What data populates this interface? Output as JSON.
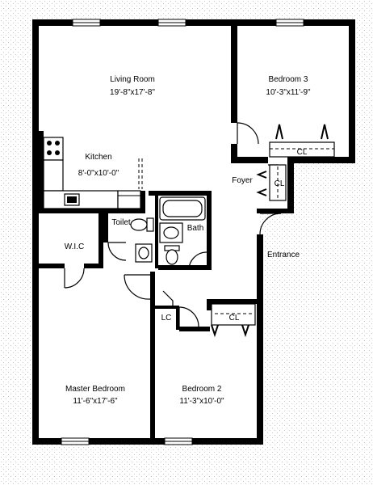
{
  "rooms": {
    "living_room": {
      "name": "Living Room",
      "size": "19'-8\"x17'-8\""
    },
    "bedroom_3": {
      "name": "Bedroom 3",
      "size": "10'-3\"x11'-9\""
    },
    "kitchen": {
      "name": "Kitchen",
      "size": "8'-0\"x10'-0\""
    },
    "foyer": {
      "name": "Foyer"
    },
    "entrance": {
      "name": "Entrance"
    },
    "wic": {
      "name": "W.I.C"
    },
    "toilet": {
      "name": "Toilet"
    },
    "bath": {
      "name": "Bath"
    },
    "linen_closet": {
      "name": "LC"
    },
    "master_bedroom": {
      "name": "Master Bedroom",
      "size": "11'-6\"x17'-6\""
    },
    "bedroom_2": {
      "name": "Bedroom 2",
      "size": "11'-3\"x10'-0\""
    }
  },
  "closets": {
    "bedroom_3_closet": "CL",
    "foyer_closet": "CL",
    "bedroom_2_closet": "CL"
  }
}
